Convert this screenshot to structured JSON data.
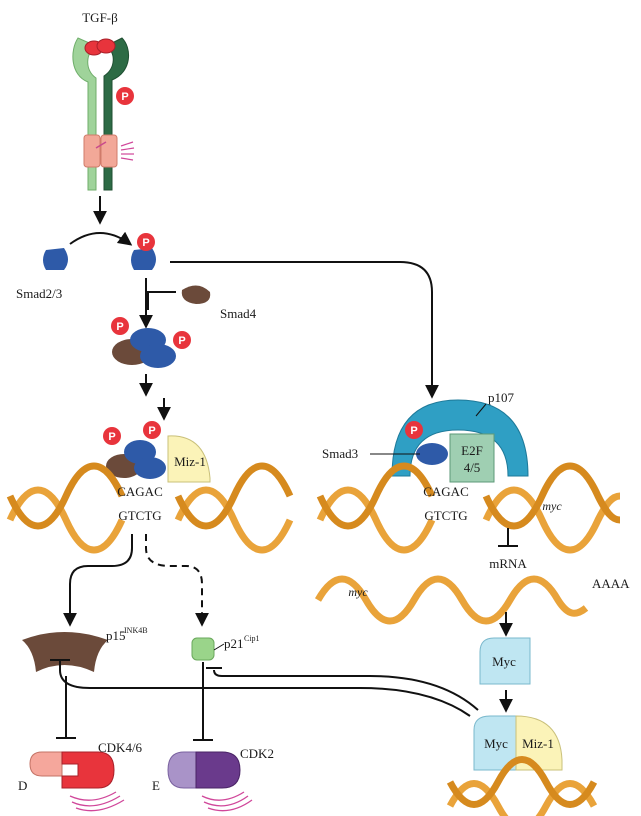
{
  "labels": {
    "tgfb": "TGF-β",
    "smad23": "Smad2/3",
    "smad4": "Smad4",
    "smad3": "Smad3",
    "miz1_left": "Miz-1",
    "cagac_left": "CAGAC",
    "gtctg_left": "GTCTG",
    "cagac_right": "CAGAC",
    "gtctg_right": "GTCTG",
    "p107": "p107",
    "e2f": "E2F",
    "e2f_sub": "4/5",
    "myc_gene": "myc",
    "mrna": "mRNA",
    "myc_mrna": "myc",
    "polya": "AAAA",
    "myc_protein": "Myc",
    "myc_bottom": "Myc",
    "miz1_bottom": "Miz-1",
    "p15": "p15",
    "p15_sup": "INK4B",
    "p21": "p21",
    "p21_sup": "Cip1",
    "cdk46": "CDK4/6",
    "cyclin_d": "D",
    "cdk2": "CDK2",
    "cyclin_e": "E",
    "phospho": "P"
  },
  "colors": {
    "smad_blue": "#2e5aa8",
    "smad4_brown": "#6b4a3a",
    "phospho_red": "#e8343c",
    "receptor_light": "#9fd39a",
    "receptor_dark": "#2d6b45",
    "tm_pink": "#f2a898",
    "p107_teal": "#2f9fc4",
    "e2f_green": "#9fcfb2",
    "miz1_yellow": "#fbf3b8",
    "myc_cyan": "#bfe6f2",
    "dna_orange": "#e9a33a",
    "p15_brown": "#6b4a3a",
    "p21_green": "#9ad48a",
    "cdk46_red": "#e8343c",
    "cyclin_d_pink": "#f5a79c",
    "cdk2_purple": "#6a3a8c",
    "cyclin_e_lilac": "#a993c8",
    "kinase_wave": "#d0479a"
  }
}
